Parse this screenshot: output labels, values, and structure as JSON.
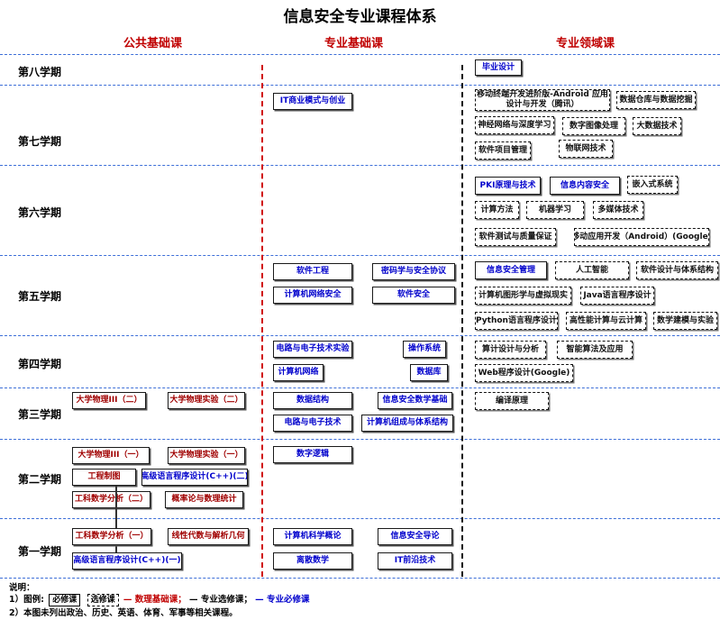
{
  "title": "信息安全专业课程体系",
  "columns": {
    "public": "公共基础课",
    "major_basic": "专业基础课",
    "major_field": "专业领域课"
  },
  "terms": {
    "t8": "第八学期",
    "t7": "第七学期",
    "t6": "第六学期",
    "t5": "第五学期",
    "t4": "第四学期",
    "t3": "第三学期",
    "t2": "第二学期",
    "t1": "第一学期"
  },
  "courses": {
    "t8_f1": "毕业设计",
    "t7_b1": "IT商业模式与创业",
    "t7_f1": "移动终端开发进阶版-Android 应用设计与开发（腾讯）",
    "t7_f2": "数据仓库与数据挖掘",
    "t7_f3": "神经网络与深度学习",
    "t7_f4": "数字图像处理",
    "t7_f5": "大数据技术",
    "t7_f6": "软件项目管理",
    "t7_f7": "物联网技术",
    "t6_f1": "PKI原理与技术",
    "t6_f2": "信息内容安全",
    "t6_f3": "嵌入式系统",
    "t6_f4": "计算方法",
    "t6_f5": "机器学习",
    "t6_f6": "多媒体技术",
    "t6_f7": "软件测试与质量保证",
    "t6_f8": "移动应用开发（Android）(Google)",
    "t5_b1": "软件工程",
    "t5_b2": "密码学与安全协议",
    "t5_b3": "计算机网络安全",
    "t5_b4": "软件安全",
    "t5_f1": "信息安全管理",
    "t5_f2": "人工智能",
    "t5_f3": "软件设计与体系结构",
    "t5_f4": "计算机图形学与虚拟现实",
    "t5_f5": "Java语言程序设计",
    "t5_f6": "Python语言程序设计",
    "t5_f7": "高性能计算与云计算",
    "t5_f8": "数学建模与实验",
    "t4_b1": "电路与电子技术实验",
    "t4_b2": "操作系统",
    "t4_b3": "计算机网络",
    "t4_b4": "数据库",
    "t4_f1": "算计设计与分析",
    "t4_f2": "智能算法及应用",
    "t4_f3": "Web程序设计(Google)",
    "t3_p1": "大学物理III（二）",
    "t3_p2": "大学物理实验（二）",
    "t3_b1": "数据结构",
    "t3_b2": "信息安全数学基础",
    "t3_b3": "电路与电子技术",
    "t3_b4": "计算机组成与体系结构",
    "t3_f1": "编译原理",
    "t2_p1": "大学物理III（一）",
    "t2_p2": "大学物理实验（一）",
    "t2_p3": "工程制图",
    "t2_p4": "高级语言程序设计(C++)(二)",
    "t2_p5": "工科数学分析（二）",
    "t2_p6": "概率论与数理统计",
    "t2_b1": "数字逻辑",
    "t1_p1": "工科数学分析（一）",
    "t1_p2": "线性代数与解析几何",
    "t1_p3": "高级语言程序设计(C++)(一)",
    "t1_b1": "计算机科学概论",
    "t1_b2": "信息安全导论",
    "t1_b3": "离散数学",
    "t1_b4": "IT前沿技术"
  },
  "notes": {
    "heading": "说明：",
    "legend_prefix": "1）图例:",
    "legend_required": "必修课",
    "legend_elective": "选修课",
    "legend_text_public": "— 数理基础课；",
    "legend_text_elective": "— 专业选修课；",
    "legend_text_required": "— 专业必修课",
    "line2": "2）本图未列出政治、历史、英语、体育、军事等相关课程。"
  },
  "colors": {
    "public_text": "#a00000",
    "required_text": "#0000cc",
    "separator": "#3d6fd8",
    "divider_left": "#d01010"
  }
}
